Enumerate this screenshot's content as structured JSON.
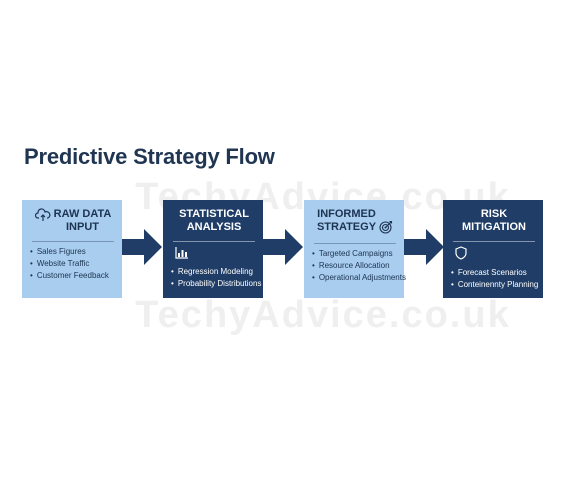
{
  "title": "Predictive Strategy Flow",
  "watermark": "TechyAdvice.co.uk",
  "colors": {
    "title": "#1f3552",
    "light_card": "#a9cdee",
    "dark_card": "#1f3d66",
    "arrow": "#1f3d66"
  },
  "steps": [
    {
      "heading_line1": "RAW DATA",
      "heading_line2": "INPUT",
      "icon": "cloud-upload-icon",
      "items": [
        "Sales Figures",
        "Website Traffic",
        "Customer Feedback"
      ]
    },
    {
      "heading_line1": "STATISTICAL",
      "heading_line2": "ANALYSIS",
      "icon": "bar-chart-icon",
      "items": [
        "Regression Modeling",
        "Probability Distributions"
      ]
    },
    {
      "heading_line1": "INFORMED",
      "heading_line2": "STRATEGY",
      "icon": "target-icon",
      "items": [
        "Targeted Campaigns",
        "Resource Allocation",
        "Operational Adjustments"
      ]
    },
    {
      "heading_line1": "RISK",
      "heading_line2": "MITIGATION",
      "icon": "shield-icon",
      "items": [
        "Forecast Scenarios",
        "Conteinennty Planning"
      ]
    }
  ]
}
